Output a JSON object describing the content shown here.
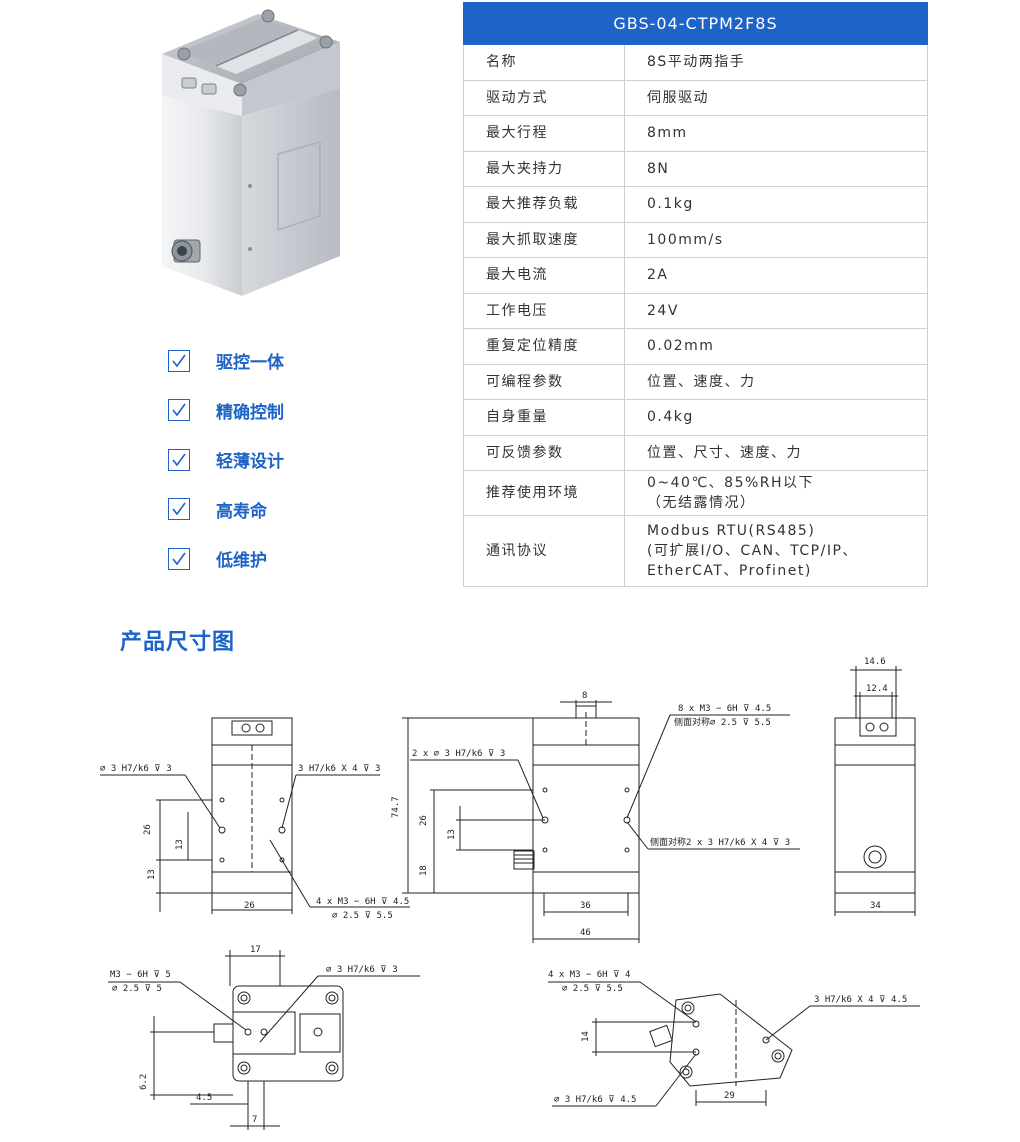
{
  "spec_table": {
    "model": "GBS-04-CTPM2F8S",
    "rows": [
      {
        "key": "名称",
        "value": "8S平动两指手"
      },
      {
        "key": "驱动方式",
        "value": "伺服驱动"
      },
      {
        "key": "最大行程",
        "value": "8mm"
      },
      {
        "key": "最大夹持力",
        "value": "8N"
      },
      {
        "key": "最大推荐负载",
        "value": "0.1kg"
      },
      {
        "key": "最大抓取速度",
        "value": "100mm/s"
      },
      {
        "key": "最大电流",
        "value": "2A"
      },
      {
        "key": "工作电压",
        "value": "24V"
      },
      {
        "key": "重复定位精度",
        "value": "0.02mm"
      },
      {
        "key": "可编程参数",
        "value": "位置、速度、力"
      },
      {
        "key": "自身重量",
        "value": "0.4kg"
      },
      {
        "key": "可反馈参数",
        "value": "位置、尺寸、速度、力"
      },
      {
        "key": "推荐使用环境",
        "value_lines": [
          "0~40℃、85%RH以下",
          "（无结露情况）"
        ]
      },
      {
        "key": "通讯协议",
        "value_lines": [
          "Modbus RTU(RS485)",
          "(可扩展I/O、CAN、TCP/IP、",
          "EtherCAT、Profinet)"
        ]
      }
    ]
  },
  "features": [
    {
      "label": "驱控一体"
    },
    {
      "label": "精确控制"
    },
    {
      "label": "轻薄设计"
    },
    {
      "label": "高寿命"
    },
    {
      "label": "低维护"
    }
  ],
  "section_title": "产品尺寸图",
  "drawing": {
    "front": {
      "pin_left": "∅ 3 H7/k6 ⊽ 3",
      "pin_right": "3 H7/k6 X 4 ⊽ 3",
      "dim_26v": "26",
      "dim_13a": "13",
      "dim_13b": "13",
      "thread1": "4 x  M3 − 6H ⊽ 4.5",
      "thread2": "∅ 2.5 ⊽ 5.5",
      "dim_26h": "26"
    },
    "side": {
      "dim_8": "8",
      "thread1": "8 x  M3 − 6H ⊽ 4.5",
      "thread2": "侧面对称∅ 2.5 ⊽ 5.5",
      "pin": "2 x ∅ 3 H7/k6 ⊽ 3",
      "dim_74": "74.7",
      "dim_26": "26",
      "dim_13": "13",
      "dim_18": "18",
      "sym_pin": "侧面对称2 x 3 H7/k6 X 4 ⊽ 3",
      "dim_36": "36",
      "dim_46": "46"
    },
    "right": {
      "dim_146": "14.6",
      "dim_124": "12.4",
      "dim_34": "34"
    },
    "bottom_left": {
      "thread1": "M3 − 6H ⊽ 5",
      "thread2": "∅ 2.5 ⊽ 5",
      "pin": "∅ 3 H7/k6 ⊽ 3",
      "dim_17": "17",
      "dim_62": "6.2",
      "dim_45": "4.5",
      "dim_7": "7"
    },
    "bottom_right": {
      "thread1": "4 x  M3 − 6H ⊽ 4",
      "thread2": "∅ 2.5 ⊽ 5.5",
      "pin_right": "3 H7/k6 X 4 ⊽ 4.5",
      "dim_14": "14",
      "pin_left": "∅ 3 H7/k6 ⊽ 4.5",
      "dim_29": "29"
    }
  }
}
